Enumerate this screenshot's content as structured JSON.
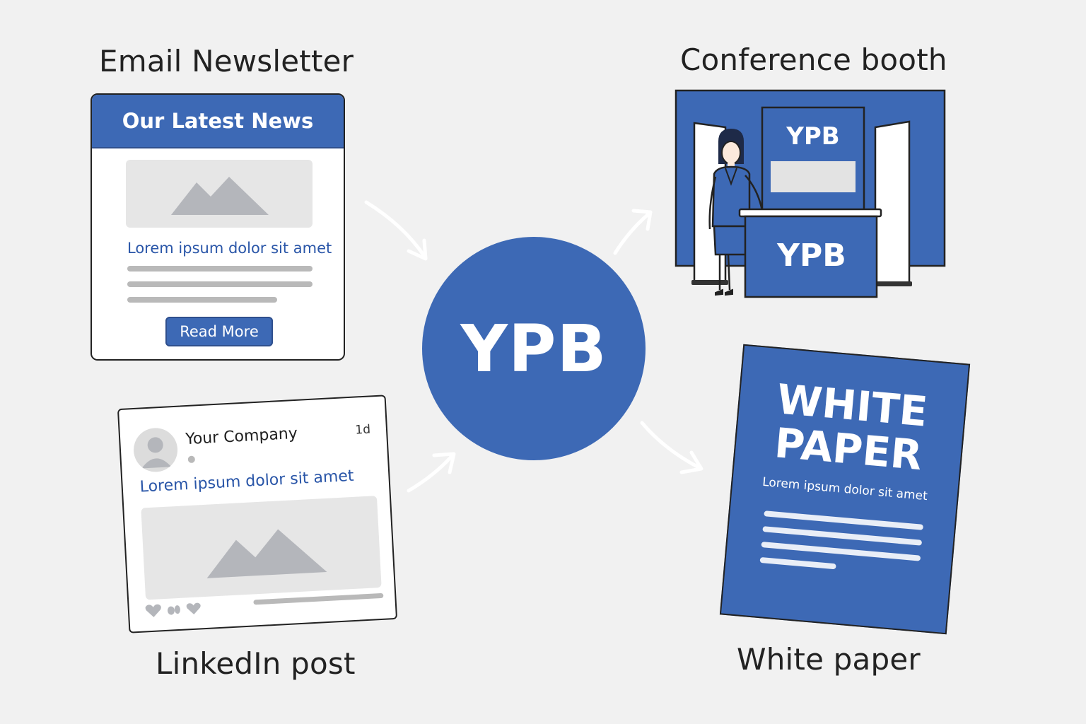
{
  "titles": {
    "email": "Email Newsletter",
    "booth": "Conference booth",
    "linkedin": "LinkedIn post",
    "paper": "White paper"
  },
  "hub": {
    "label": "YPB"
  },
  "email": {
    "header": "Our Latest News",
    "headline": "Lorem ipsum dolor sit amet",
    "button_label": "Read More"
  },
  "linkedin": {
    "company": "Your Company",
    "time": "1d",
    "headline": "Lorem ipsum dolor sit amet",
    "reaction_icons": [
      "heart-icon",
      "clap-icon",
      "heart-icon"
    ]
  },
  "booth": {
    "panel_label": "YPB",
    "counter_label": "YPB"
  },
  "paper": {
    "title_line1": "WHITE",
    "title_line2": "PAPER",
    "subtitle": "Lorem ipsum dolor sit amet"
  },
  "colors": {
    "accent": "#3d69b5",
    "background": "#f1f1f1",
    "link": "#2a56a8",
    "placeholder": "#e6e6e6",
    "placeholder_shape": "#b4b6bb"
  }
}
